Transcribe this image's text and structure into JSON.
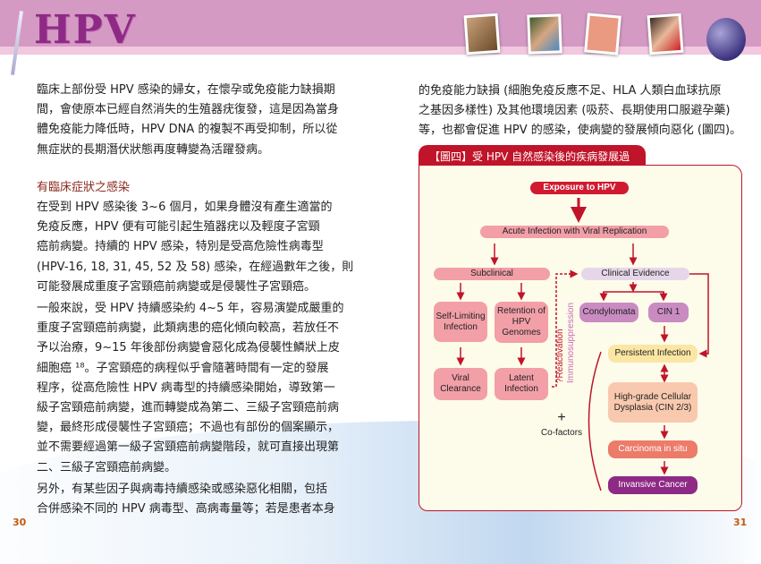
{
  "header": {
    "logo": "HPV"
  },
  "left": {
    "para1": [
      "臨床上部份受 HPV 感染的婦女，在懷孕或免疫能力缺損期",
      "間，會使原本已經自然消失的生殖器疣復發，這是因為當身",
      "體免疫能力降低時，HPV DNA 的複製不再受抑制，所以從",
      "無症狀的長期潛伏狀態再度轉變為活躍發病。"
    ],
    "heading": "有臨床症狀之感染",
    "para2": [
      "在受到 HPV 感染後 3~6 個月，如果身體沒有產生適當的",
      "免疫反應，HPV 便有可能引起生殖器疣以及輕度子宮頸",
      "癌前病變。持續的 HPV 感染，特別是受高危險性病毒型",
      "(HPV-16, 18, 31, 45, 52 及 58) 感染，在經過數年之後，則",
      "可能發展成重度子宮頸癌前病變或是侵襲性子宮頸癌。"
    ],
    "para3": [
      "一般來說，受 HPV 持續感染約 4~5 年，容易演變成嚴重的",
      "重度子宮頸癌前病變，此類病患的癌化傾向較高，若放任不",
      "予以治療，9~15 年後部份病變會惡化成為侵襲性鱗狀上皮",
      "細胞癌 ¹⁸。子宮頸癌的病程似乎會隨著時間有一定的發展",
      "程序，從高危險性 HPV 病毒型的持續感染開始，導致第一",
      "級子宮頸癌前病變，進而轉變成為第二、三級子宮頸癌前病",
      "變，最終形成侵襲性子宮頸癌；不過也有部份的個案顯示，",
      "並不需要經過第一級子宮頸癌前病變階段，就可直接出現第",
      "二、三級子宮頸癌前病變。"
    ],
    "para4": [
      "另外，有某些因子與病毒持續感染或感染惡化相關，包括",
      "合併感染不同的 HPV 病毒型、高病毒量等；若是患者本身"
    ],
    "page_number": "30"
  },
  "right": {
    "para": [
      "的免疫能力缺損 (細胞免疫反應不足、HLA 人類白血球抗原",
      "之基因多樣性) 及其他環境因素 (吸菸、長期使用口服避孕藥)",
      "等，也都會促進 HPV 的感染，使病變的發展傾向惡化 (圖四)。"
    ],
    "page_number": "31"
  },
  "figure": {
    "title": "【圖四】受 HPV 自然感染後的疾病發展過程",
    "exposure": "Exposure to HPV",
    "acute": "Acute Infection with Viral Replication",
    "subclinical": "Subclinical",
    "clinical": "Clinical Evidence",
    "self_limiting": "Self-Limiting Infection",
    "retention": "Retention of HPV Genomes",
    "viral_clearance": "Viral Clearance",
    "latent": "Latent Infection",
    "condylomata": "Condylomata",
    "cin1": "CIN 1",
    "reactivation": "?Reactivation",
    "immunosuppression": "Immunosuppression",
    "persistent": "Persistent Infection",
    "high_grade": "High-grade Cellular Dysplasia (CIN 2/3)",
    "plus": "+",
    "cofactors": "Co-factors",
    "carcinoma": "Carcinoma in situ",
    "invasive": "Invansive Cancer"
  },
  "colors": {
    "brand": "#8e2a85",
    "red": "#c0142a",
    "pink": "#f29fa8"
  }
}
